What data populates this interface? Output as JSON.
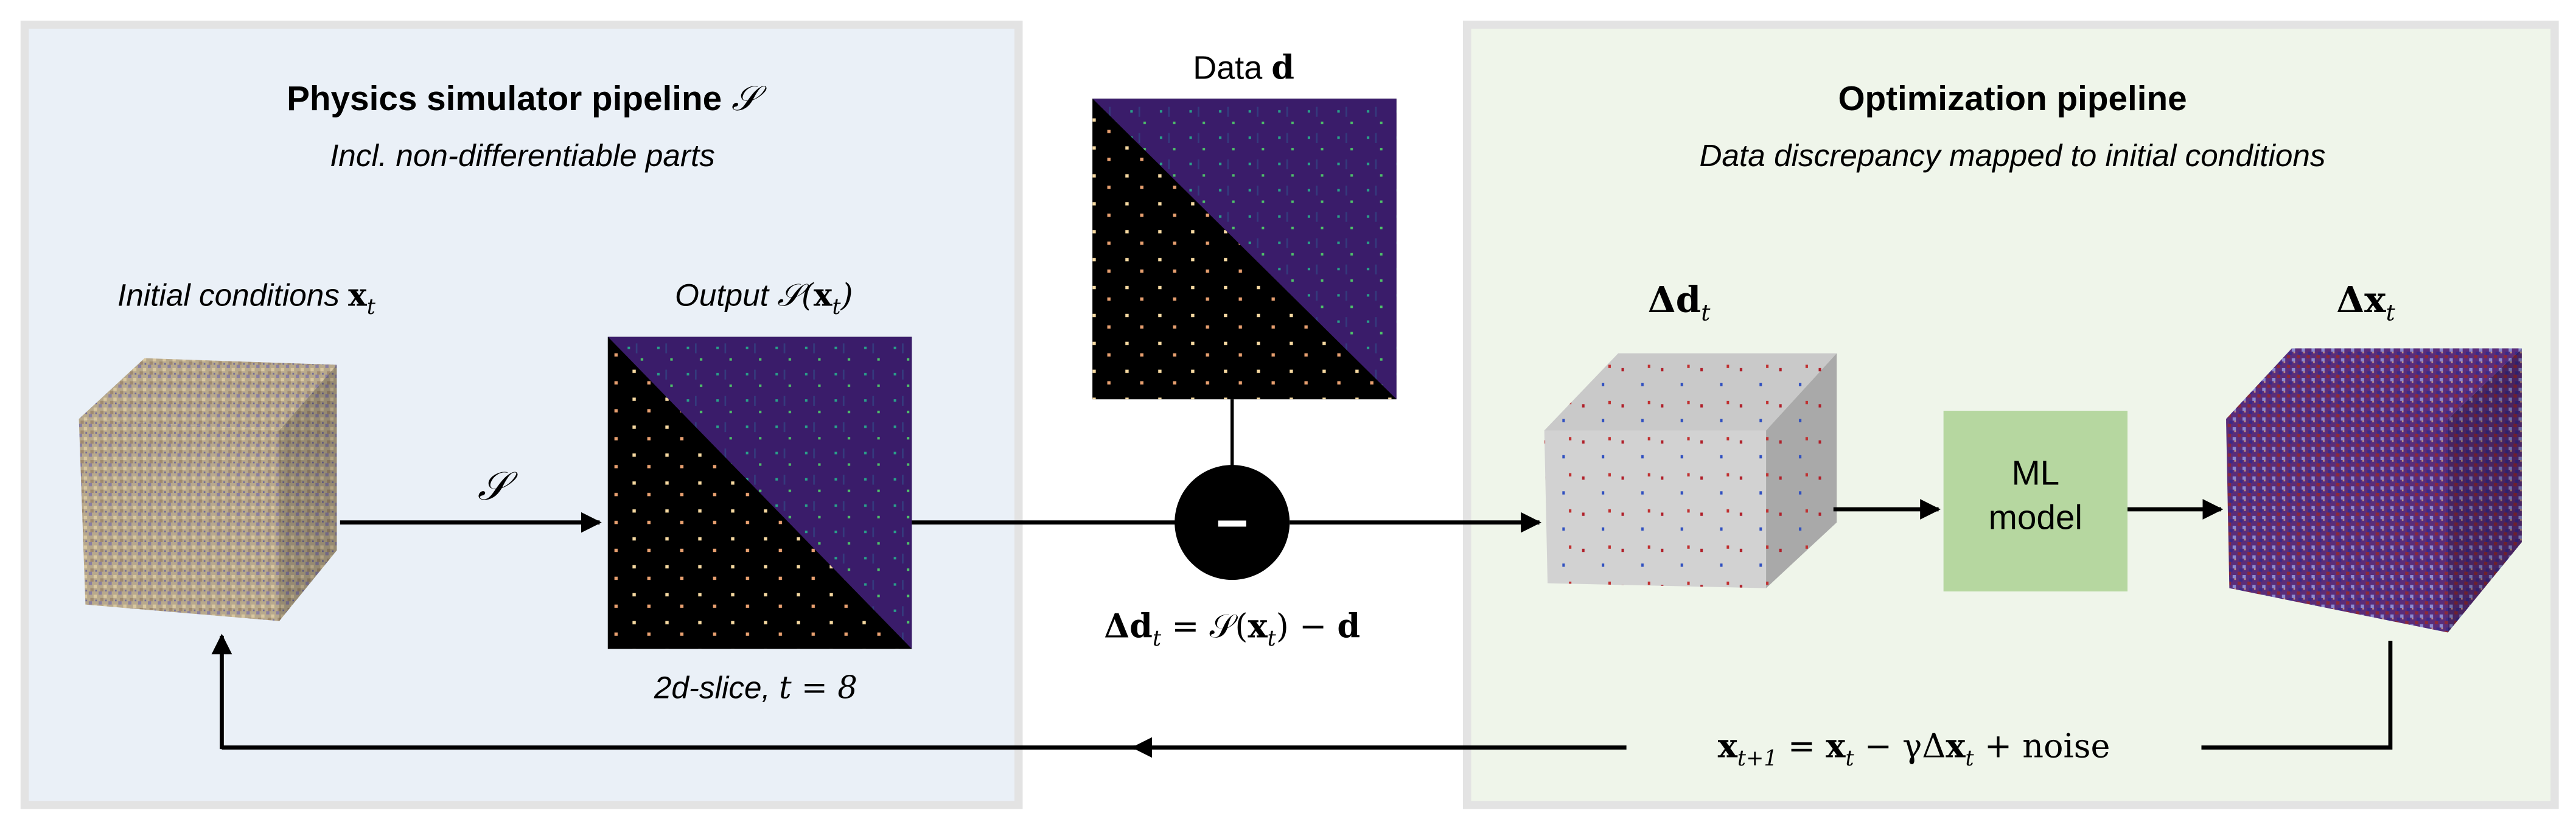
{
  "left_panel": {
    "title": "Physics simulator pipeline",
    "title_symbol": "𝒮",
    "subtitle": "Incl. non-differentiable parts",
    "initial_label": "Initial conditions",
    "initial_var": "x",
    "initial_sub": "t",
    "output_label": "Output",
    "output_expr_pre": "𝒮(",
    "output_var": "x",
    "output_sub": "t",
    "output_expr_post": ")",
    "arrow_label": "𝒮",
    "slice_label": "2d-slice,",
    "slice_t": "t = 8"
  },
  "data_block": {
    "label": "Data",
    "var": "d",
    "minus_symbol": "−",
    "formula_delta": "Δd",
    "formula_sub": "t",
    "formula_rest_pre": " = 𝒮(",
    "formula_x": "x",
    "formula_x_sub": "t",
    "formula_rest_post": ") − ",
    "formula_d": "d"
  },
  "right_panel": {
    "title": "Optimization pipeline",
    "subtitle": "Data discrepancy mapped to initial conditions",
    "delta_d_label": "Δd",
    "delta_d_sub": "t",
    "delta_x_label": "Δx",
    "delta_x_sub": "t",
    "ml_line1": "ML",
    "ml_line2": "model",
    "ml_color": "#b6d7a0"
  },
  "update_rule": {
    "lhs": "x",
    "lhs_sub": "t+1",
    "eq": " = ",
    "x": "x",
    "x_sub": "t",
    "minus_gamma": " − γΔ",
    "dx": "x",
    "dx_sub": "t",
    "plus_noise": " + noise"
  },
  "colors": {
    "left_bg": "#eaf0f7",
    "right_bg": "#eff5ea",
    "border": "#e3e3e3"
  }
}
